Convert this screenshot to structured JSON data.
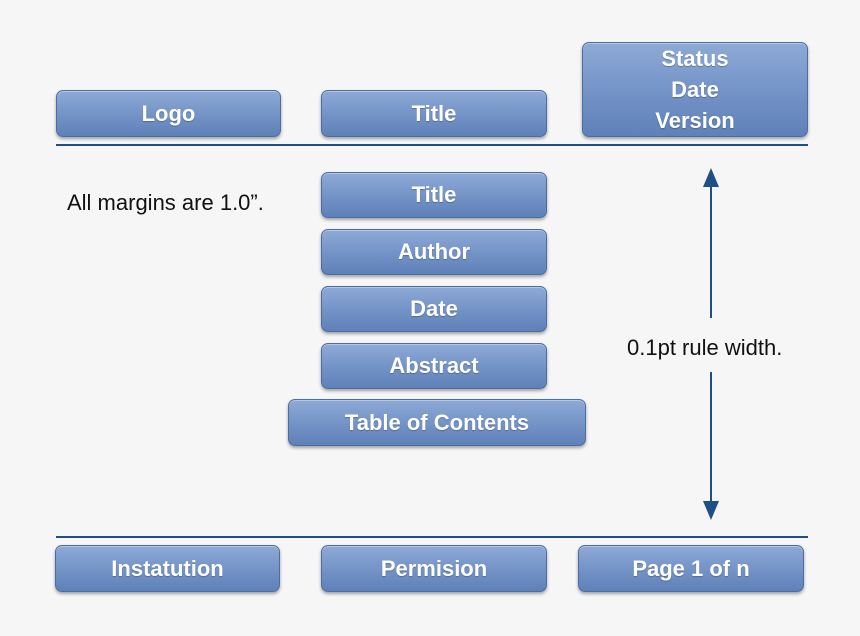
{
  "header": {
    "logo": "Logo",
    "title": "Title",
    "meta_lines": [
      "Status",
      "Date",
      "Version"
    ]
  },
  "body": {
    "margin_note": "All margins are 1.0”.",
    "stack": [
      "Title",
      "Author",
      "Date",
      "Abstract",
      "Table of Contents"
    ],
    "rule_note": "0.1pt rule width."
  },
  "footer": {
    "left": "Instatution",
    "center": "Permision",
    "right": "Page 1 of n"
  },
  "colors": {
    "box_top": "#8eaad6",
    "box_bottom": "#5f81b9",
    "rule": "#1f4f86",
    "arrow": "#1f4f86"
  }
}
